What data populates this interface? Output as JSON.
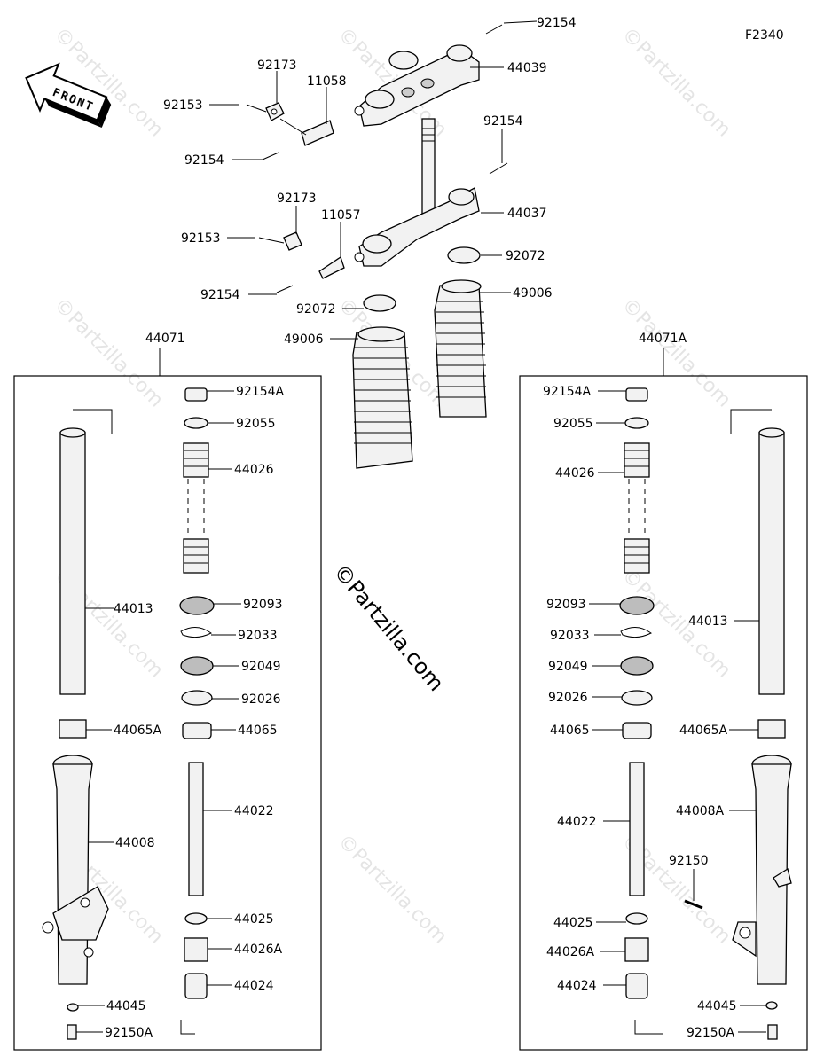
{
  "diagram_code": "F2340",
  "front_label": "FRONT",
  "watermark": "©Partzilla.com",
  "assembly_left": "44071",
  "assembly_right": "44071A",
  "top_labels": {
    "p92154_a": "92154",
    "p44039": "44039",
    "p92173_a": "92173",
    "p11058": "11058",
    "p92153_a": "92153",
    "p92154_b": "92154",
    "p92154_c": "92154",
    "p44037": "44037",
    "p92173_b": "92173",
    "p11057": "11057",
    "p92153_b": "92153",
    "p92072_a": "92072",
    "p92154_d": "92154",
    "p49006_a": "49006",
    "p92072_b": "92072",
    "p49006_b": "49006"
  },
  "left_labels": {
    "p92154A": "92154A",
    "p92055": "92055",
    "p44026": "44026",
    "p44013": "44013",
    "p92093": "92093",
    "p92033": "92033",
    "p92049": "92049",
    "p92026": "92026",
    "p44065A": "44065A",
    "p44065": "44065",
    "p44022": "44022",
    "p44008": "44008",
    "p44025": "44025",
    "p44026A": "44026A",
    "p44024": "44024",
    "p44045": "44045",
    "p92150A": "92150A"
  },
  "right_labels": {
    "p92154A": "92154A",
    "p92055": "92055",
    "p44026": "44026",
    "p92093": "92093",
    "p44013": "44013",
    "p92033": "92033",
    "p92049": "92049",
    "p92026": "92026",
    "p44065": "44065",
    "p44065A": "44065A",
    "p44008A": "44008A",
    "p44022": "44022",
    "p92150": "92150",
    "p44025": "44025",
    "p44026A": "44026A",
    "p44024": "44024",
    "p44045": "44045",
    "p92150A": "92150A"
  }
}
